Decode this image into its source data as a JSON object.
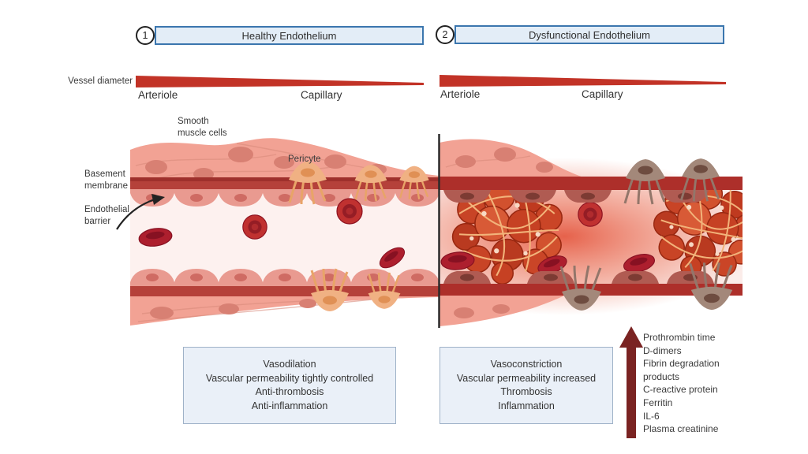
{
  "palette": {
    "header_border": "#3b76ae",
    "header_fill": "#e3edf7",
    "triangle_red": "#c23327",
    "membrane_red": "#b5413a",
    "muscle_pink": "#f2a294",
    "muscle_nucleus": "#d88073",
    "endothelium_pink": "#e99a90",
    "endothelium_nucleus": "#cf6b63",
    "dark_endothelium": "#b05b52",
    "lumen_pink": "#fdf1ef",
    "rbc_red": "#bd2836",
    "pericyte_orange": "#f0b183",
    "pericyte_brown": "#a3887a",
    "clot_red": "#cd4226",
    "fibrin_tan": "#f2b37a",
    "inflamed_red": "#e2492f",
    "arrow_maroon": "#7a2322",
    "box_fill": "#eaf0f8",
    "box_border": "#9fb2c8",
    "divider_black": "#2b2b2b",
    "text_dark": "#3a3a3a"
  },
  "panels": {
    "healthy": {
      "number": "1",
      "title": "Healthy Endothelium"
    },
    "dysfunctional": {
      "number": "2",
      "title": "Dysfunctional Endothelium"
    }
  },
  "vessel_axis": {
    "label": "Vessel diameter",
    "left": {
      "start": "Arteriole",
      "end": "Capillary"
    },
    "right": {
      "start": "Arteriole",
      "end": "Capillary"
    }
  },
  "anatomy_labels": {
    "smooth_muscle_line1": "Smooth",
    "smooth_muscle_line2": "muscle cells",
    "pericyte": "Pericyte",
    "basement_line1": "Basement",
    "basement_line2": "membrane",
    "endothelial_line1": "Endothelial",
    "endothelial_line2": "barrier"
  },
  "outcome_boxes": {
    "healthy": {
      "lines": [
        "Vasodilation",
        "Vascular permeability tightly controlled",
        "Anti-thrombosis",
        "Anti-inflammation"
      ]
    },
    "dysfunctional": {
      "lines": [
        "Vasoconstriction",
        "Vascular permeability increased",
        "Thrombosis",
        "Inflammation"
      ]
    }
  },
  "elevated_markers": {
    "lines": [
      "Prothrombin time",
      "D-dimers",
      "Fibrin degradation",
      "products",
      "C-reactive protein",
      "Ferritin",
      "IL-6",
      "Plasma creatinine"
    ]
  }
}
